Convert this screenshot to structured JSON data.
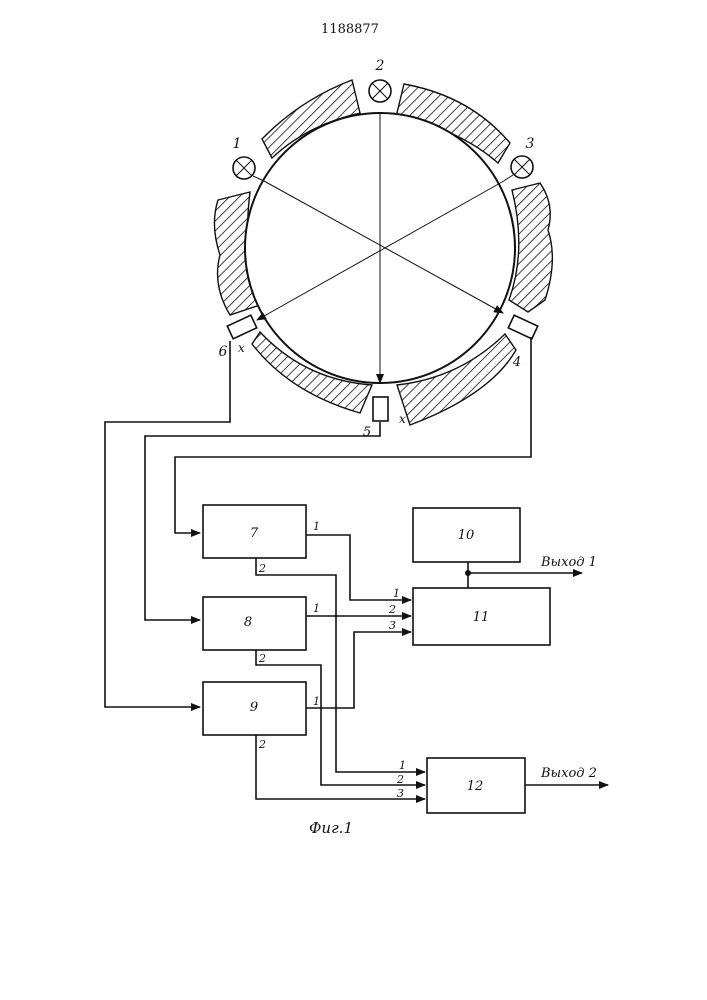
{
  "document": {
    "patent_number": "1188877",
    "figure_caption": "Фиг.1"
  },
  "diagram": {
    "sources": [
      {
        "label": "1"
      },
      {
        "label": "2"
      },
      {
        "label": "3"
      }
    ],
    "detectors": [
      {
        "label": "4",
        "mark": ""
      },
      {
        "label": "5",
        "mark": "x"
      },
      {
        "label": "6",
        "mark": "x"
      }
    ],
    "blocks": [
      {
        "id": "7"
      },
      {
        "id": "8"
      },
      {
        "id": "9"
      },
      {
        "id": "10"
      },
      {
        "id": "11"
      },
      {
        "id": "12"
      }
    ],
    "port_labels": {
      "b7_out1": "1",
      "b7_out2": "2",
      "b8_out1": "1",
      "b8_out2": "2",
      "b9_out1": "1",
      "b9_out2": "2",
      "b11_in1": "1",
      "b11_in2": "2",
      "b11_in3": "3",
      "b12_in1": "1",
      "b12_in2": "2",
      "b12_in3": "3"
    },
    "outputs": {
      "out1": "Выход 1",
      "out2": "Выход 2"
    }
  }
}
